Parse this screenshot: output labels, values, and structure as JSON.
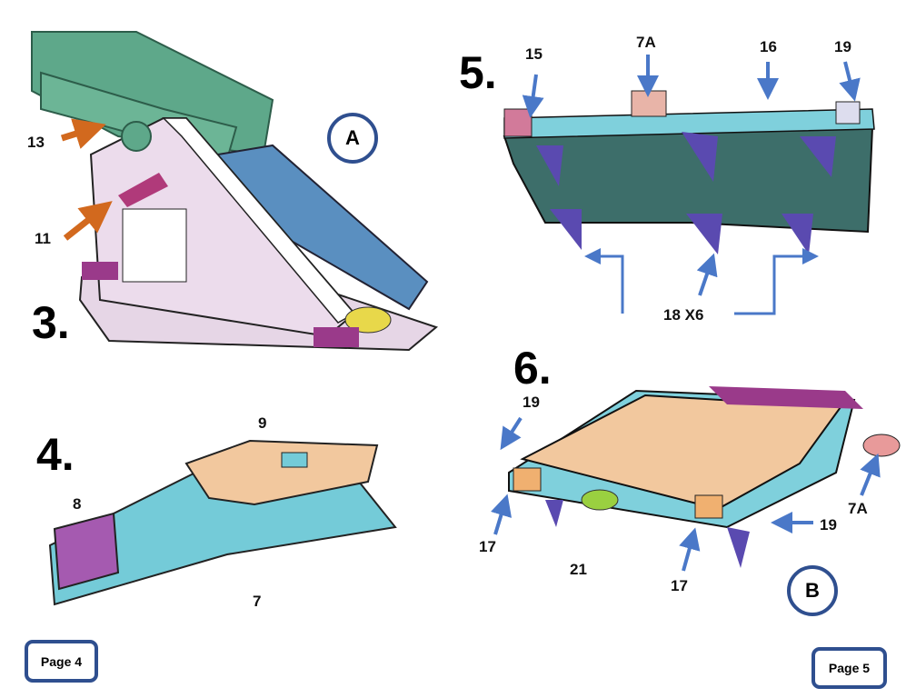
{
  "steps": {
    "s3": "3.",
    "s4": "4.",
    "s5": "5.",
    "s6": "6."
  },
  "callouts": {
    "a": "A",
    "b": "B"
  },
  "labels": {
    "step3": {
      "p13": "13",
      "p11": "11"
    },
    "step4": {
      "p9": "9",
      "p8": "8",
      "p7": "7"
    },
    "step5": {
      "p15": "15",
      "p7a": "7A",
      "p16": "16",
      "p19": "19",
      "p18": "18  X6"
    },
    "step6": {
      "p19a": "19",
      "p17a": "17",
      "p21": "21",
      "p17b": "17",
      "p19b": "19",
      "p7a": "7A"
    }
  },
  "pages": {
    "left": "Page 4",
    "right": "Page 5"
  },
  "colors": {
    "arrow_blue": "#4a78c8",
    "arrow_orange": "#d2691e",
    "circle_border": "#2f4f8f"
  }
}
